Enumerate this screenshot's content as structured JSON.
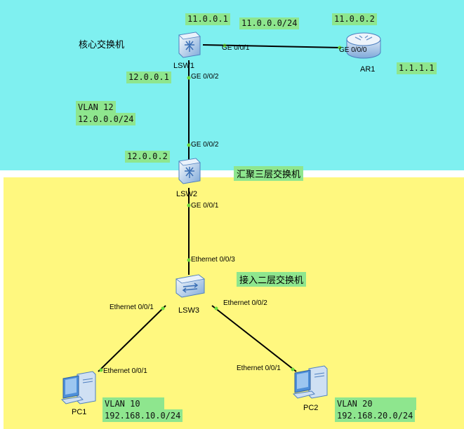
{
  "zones": {
    "core_label": "核心交换机",
    "agg_label": "汇聚三层交换机",
    "access_label": "接入二层交换机"
  },
  "devices": {
    "lsw1": "LSW1",
    "lsw2": "LSW2",
    "lsw3": "LSW3",
    "ar1": "AR1",
    "pc1": "PC1",
    "pc2": "PC2"
  },
  "ports": {
    "lsw1_ge001": "GE 0/0/1",
    "ar1_ge000": "GE 0/0/0",
    "lsw1_ge002": "GE 0/0/2",
    "lsw2_ge002": "GE 0/0/2",
    "lsw2_ge001": "GE 0/0/1",
    "lsw3_eth003": "Ethernet 0/0/3",
    "lsw3_eth001": "Ethernet 0/0/1",
    "lsw3_eth002": "Ethernet 0/0/2",
    "pc1_eth001": "Ethernet 0/0/1",
    "pc2_eth001": "Ethernet 0/0/1"
  },
  "addresses": {
    "lsw1_ip": "11.0.0.1",
    "link_lsw1_ar1": "11.0.0.0/24",
    "ar1_ip": "11.0.0.2",
    "ar1_loopback": "1.1.1.1",
    "lsw1_vlan12_ip": "12.0.0.1",
    "vlan12_name": "VLAN 12",
    "vlan12_net": "12.0.0.0/24",
    "lsw2_ip": "12.0.0.2",
    "vlan10_name": "VLAN 10",
    "vlan10_net": "192.168.10.0/24",
    "vlan20_name": "VLAN 20",
    "vlan20_net": "192.168.20.0/24"
  },
  "colors": {
    "core_bg": "#7ff0f0",
    "agg_bg": "#fff87f",
    "label_bg": "#8ee68e",
    "port_dot": "#6ddb3a",
    "link": "#000000"
  }
}
